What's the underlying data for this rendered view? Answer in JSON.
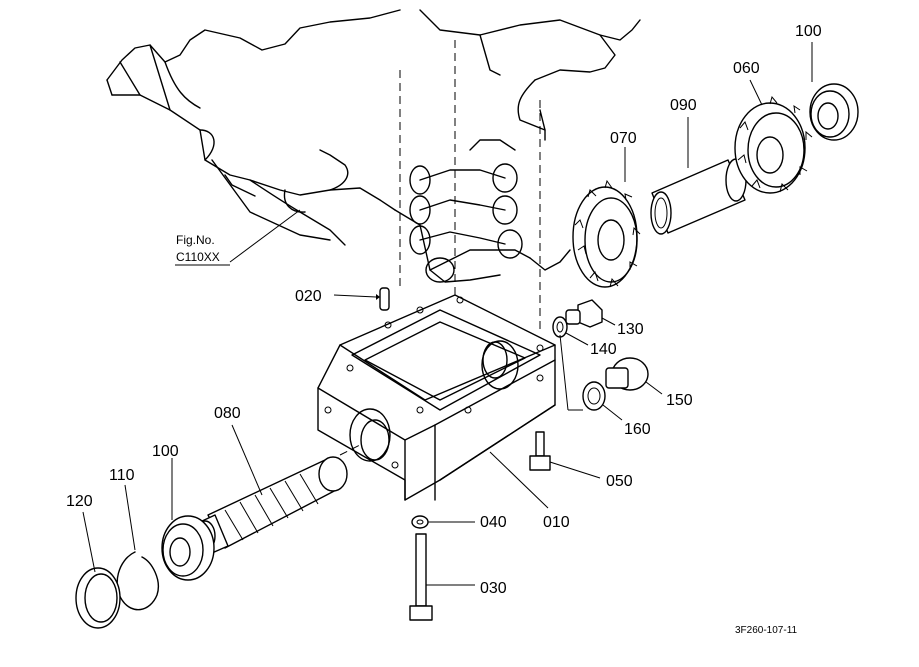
{
  "fig_ref": {
    "line1": "Fig.No.",
    "line2": "C110XX"
  },
  "labels": {
    "p010": "010",
    "p020": "020",
    "p030": "030",
    "p040": "040",
    "p050": "050",
    "p060": "060",
    "p070": "070",
    "p080": "080",
    "p090": "090",
    "p100_top": "100",
    "p100_bottom": "100",
    "p110": "110",
    "p120": "120",
    "p130": "130",
    "p140": "140",
    "p150": "150",
    "p160": "160"
  },
  "drawing_code": "3F260-107-11"
}
